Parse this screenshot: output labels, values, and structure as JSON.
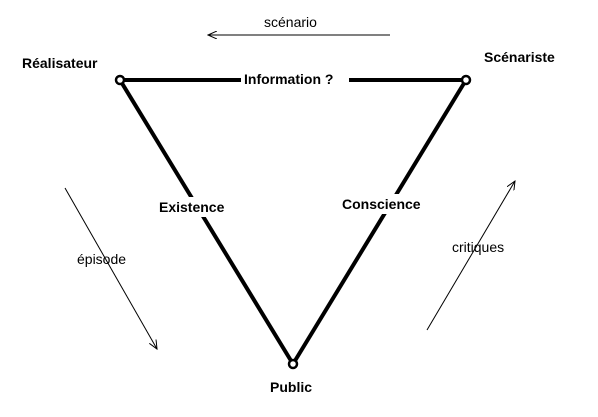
{
  "nodes": {
    "realisateur": "Réalisateur",
    "scenariste": "Scénariste",
    "public": "Public"
  },
  "edges": {
    "top": "Information ?",
    "left": "Existence",
    "right": "Conscience"
  },
  "flows": {
    "top": "scénario",
    "left": "épisode",
    "right": "critiques"
  },
  "colors": {
    "line": "#000000",
    "node_fill": "#ffffff",
    "background": "#ffffff"
  }
}
